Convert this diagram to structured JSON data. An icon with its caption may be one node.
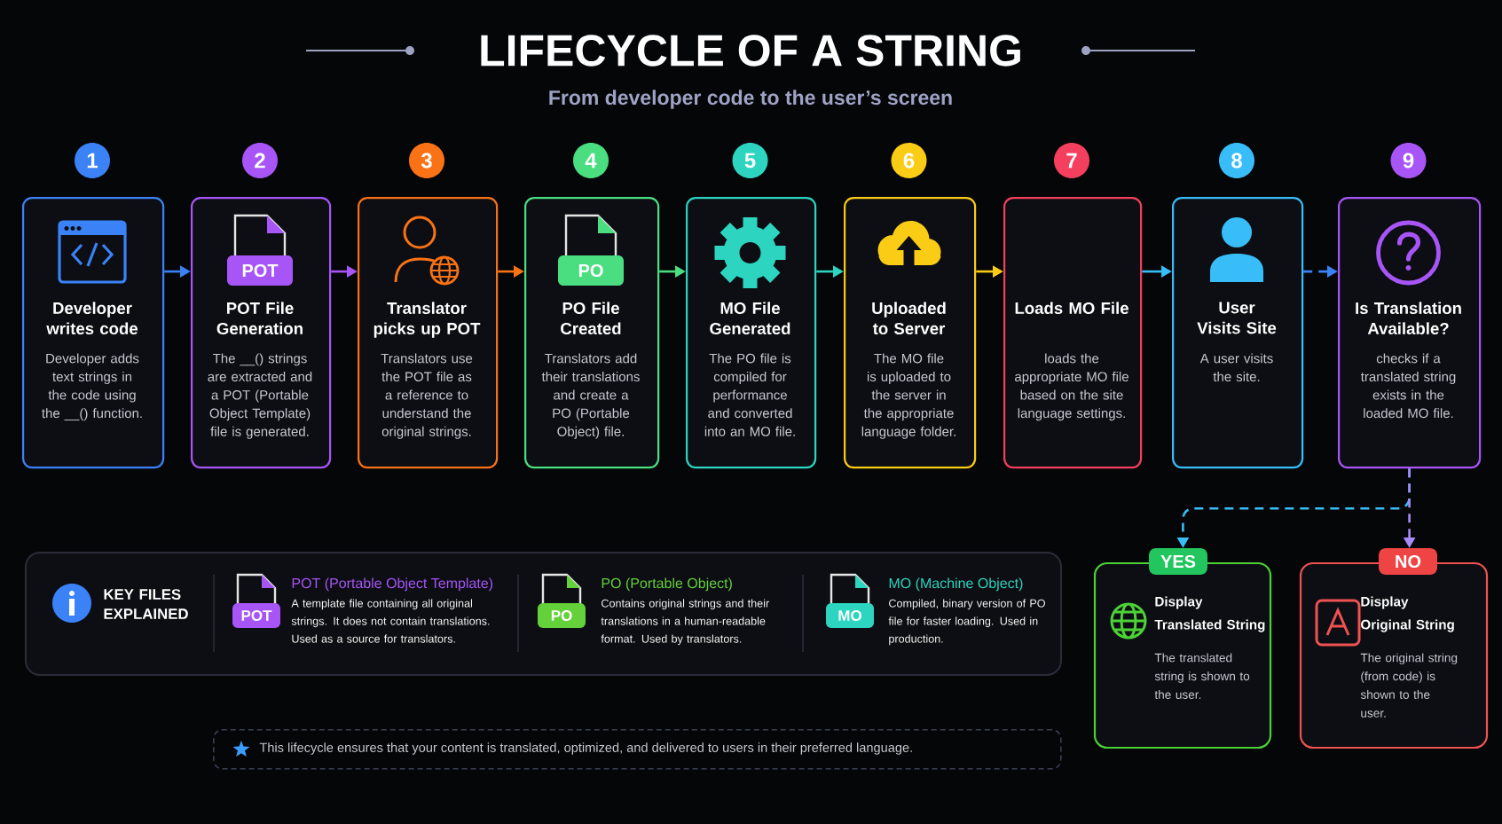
{
  "diagram": {
    "title": "LIFECYCLE OF A STRING",
    "labels": [
      "From developer code to the user’s screen"
    ],
    "nodes": [
      {
        "text": [
          "Developer writes code",
          "Developer adds text strings in the code using the __() function."
        ],
        "beside": [
          "1"
        ]
      },
      {
        "text": [
          "POT",
          "POT File Generation",
          "The __() strings are extracted and a POT (Portable Object Template) file is generated."
        ],
        "beside": [
          "2"
        ]
      },
      {
        "text": [
          "Translator picks up POT",
          "Translators use the POT file as a reference to understand the original strings."
        ],
        "beside": [
          "3"
        ]
      },
      {
        "text": [
          "PO",
          "PO File Created",
          "Translators add their translations and create a PO (Portable Object) file."
        ],
        "beside": [
          "4"
        ]
      },
      {
        "text": [
          "MO File Generated",
          "The PO file is compiled for performance and converted into an MO file."
        ],
        "beside": [
          "5"
        ]
      },
      {
        "text": [
          "Uploaded to Server",
          "The MO file is uploaded to the server in the appropriate language folder."
        ],
        "beside": [
          "6"
        ]
      },
      {
        "text": [
          "Loads MO File",
          "loads the appropriate MO file based on the site language settings."
        ],
        "beside": [
          "7"
        ]
      },
      {
        "text": [
          "User Visits Site",
          "A user visits the site."
        ],
        "beside": [
          "8"
        ]
      },
      {
        "text": [
          "Is Translation Available?",
          "checks if a translated string exists in the loaded MO file."
        ],
        "beside": [
          "9"
        ]
      },
      {
        "text": [
          "Display Translated String",
          "The translated string is shown to the user."
        ],
        "beside": [
          "YES"
        ]
      },
      {
        "text": [
          "Display Original String",
          "The original string (from code) is shown to the user."
        ],
        "beside": [
          "NO"
        ]
      },
      {
        "text": [
          "KEY FILES EXPLAINED"
        ]
      },
      {
        "text": [
          "POT",
          "POT (Portable Object Template)",
          "A template file containing all original strings. It does not contain translations. Used as a source for translators."
        ],
        "in": 11
      },
      {
        "text": [
          "PO",
          "PO (Portable Object)",
          "Contains original strings and their translations in a human-readable format. Used by translators."
        ],
        "in": 11
      },
      {
        "text": [
          "MO",
          "MO (Machine Object)",
          "Compiled, binary version of PO file for faster loading. Used in production."
        ],
        "in": 11
      },
      {
        "text": [
          "This lifecycle ensures that your content is translated, optimized, and delivered to users in their preferred language."
        ]
      }
    ],
    "edges": [
      {
        "from": 0,
        "to": 1,
        "arrow": "to",
        "color": "#3b82f6"
      },
      {
        "from": 1,
        "to": 2,
        "arrow": "to",
        "color": "#a855f7"
      },
      {
        "from": 2,
        "to": 3,
        "arrow": "to",
        "color": "#f97316"
      },
      {
        "from": 3,
        "to": 4,
        "arrow": "to",
        "color": "#4ade80"
      },
      {
        "from": 4,
        "to": 5,
        "arrow": "to",
        "color": "#2dd4bf"
      },
      {
        "from": 5,
        "to": 6,
        "arrow": "to",
        "color": "#facc15"
      },
      {
        "from": 6,
        "to": 7,
        "arrow": "to",
        "color": "#38bdf8"
      },
      {
        "from": 7,
        "to": 8,
        "arrow": "to",
        "style": "dashed",
        "color": "#3b82f6"
      },
      {
        "from": 8,
        "to": 9,
        "arrow": "to",
        "style": "dashed",
        "color": "#38bdf8"
      },
      {
        "from": 8,
        "to": 10,
        "arrow": "to",
        "style": "dashed",
        "color": "#a78bfa"
      }
    ]
  }
}
